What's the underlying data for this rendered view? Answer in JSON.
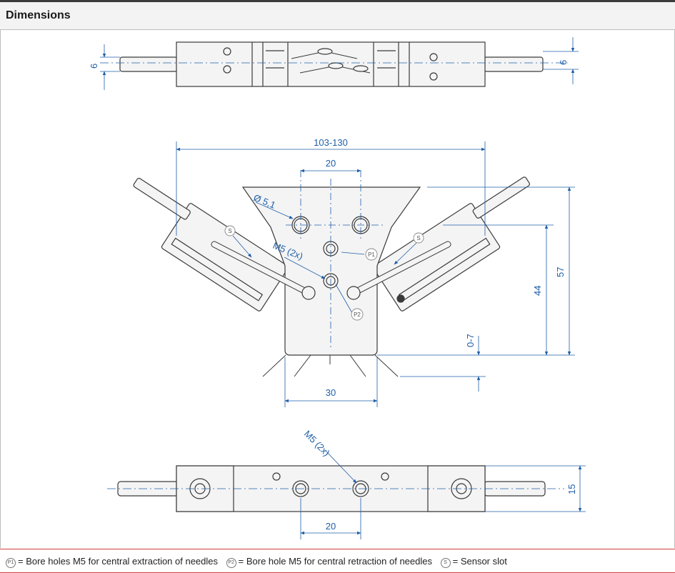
{
  "header": {
    "title": "Dimensions"
  },
  "dimensions": {
    "top_view_height_left": "6",
    "top_view_height_right": "6",
    "overall_width": "103-130",
    "hole_spacing_top": "20",
    "hole_diameter": "Ø 5,1",
    "thread_label": "M5 (2x)",
    "height_total": "57",
    "height_axis": "44",
    "stroke": "0-7",
    "base_width": "30",
    "bottom_thread_label": "M5 (2x)",
    "bottom_height": "15",
    "bottom_hole_spacing": "20"
  },
  "callouts": {
    "p1": "P1",
    "p2": "P2",
    "s": "S"
  },
  "legend": {
    "p1_symbol": "P1",
    "p1_text": "= Bore holes M5 for central extraction of needles",
    "p2_symbol": "P2",
    "p2_text": "= Bore hole M5 for central retraction of needles",
    "s_symbol": "S",
    "s_text": "= Sensor slot"
  },
  "colors": {
    "dimension": "#1f5fa8",
    "outline": "#3a3a3a",
    "body_fill": "#f4f4f4",
    "footer_rule": "#d04040"
  }
}
